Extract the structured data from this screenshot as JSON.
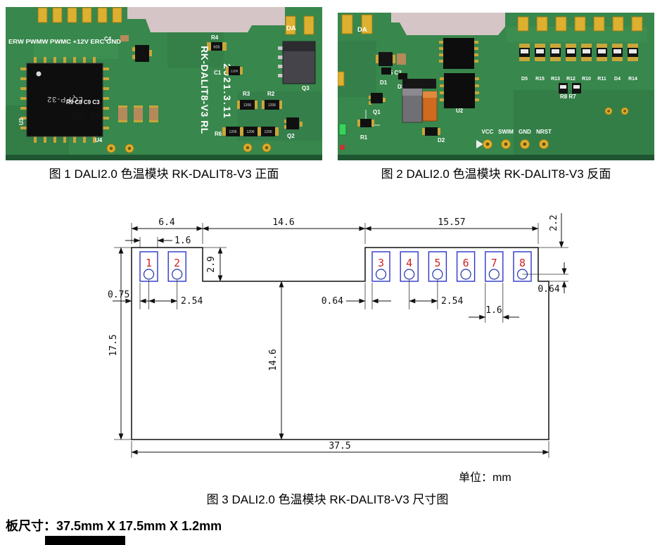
{
  "captions": {
    "fig1": "图 1 DALI2.0 色温模块 RK-DALIT8-V3  正面",
    "fig2": "图 2 DALI2.0 色温模块 RK-DALIT8-V3  反面",
    "fig3": "图 3 DALI2.0 色温模块 RK-DALIT8-V3  尺寸图"
  },
  "footer": {
    "unit_label": "单位：mm",
    "board_size": "板尺寸：37.5mm X 17.5mm X 1.2mm"
  },
  "pcb_front": {
    "pin_labels": "ERW PWMW PWMC +12V ERC GND",
    "da_label": "DA",
    "model": "RK-DALIT8-V3 RL",
    "date": "2021.3.11",
    "chip_label": "LQFP-32",
    "refs": {
      "u3": "U3",
      "u4": "U4",
      "c4": "C4",
      "r4": "R4",
      "c1": "C1",
      "group1": "R9 C8 C9 C3",
      "r3": "R3",
      "r2": "R2",
      "q3": "Q3",
      "r6": "R6",
      "q2": "Q2"
    },
    "markings": {
      "smd": "1206",
      "r4": "605"
    }
  },
  "pcb_back": {
    "da_label": "DA",
    "pin_labels": [
      "VCC",
      "SWIM",
      "GND",
      "NRST"
    ],
    "resistor_row": [
      "D5",
      "R15",
      "R13",
      "R12",
      "R10",
      "R11",
      "D4",
      "R14"
    ],
    "refs": {
      "r5c2": "R5 C2",
      "d1": "D1",
      "d3": "D3",
      "u2": "U2",
      "r8r7": "R8 R7",
      "q1": "Q1",
      "r1": "R1",
      "d2": "D2"
    }
  },
  "drawing": {
    "pads": [
      "1",
      "2",
      "3",
      "4",
      "5",
      "6",
      "7",
      "8"
    ],
    "dims": {
      "seg_left": "6.4",
      "seg_mid": "14.6",
      "seg_right": "15.57",
      "pad_top_offset": "2.2",
      "pad_w_left": "1.6",
      "tab_h": "2.9",
      "edge_margin": "0.75",
      "pitch_left": "2.54",
      "tab_inset": "0.64",
      "pitch_right": "2.54",
      "hole_edge": "0.64",
      "pad_w_right": "1.6",
      "total_h": "17.5",
      "body_h": "14.6",
      "total_w": "37.5"
    }
  },
  "colors": {
    "pcb_green": "#38874c",
    "pad_gold": "#ddb02f",
    "photo_bg_pink": "#d5c5c6",
    "pad_outline_blue": "#2b35c8",
    "pad_number_red": "#cc2222"
  }
}
